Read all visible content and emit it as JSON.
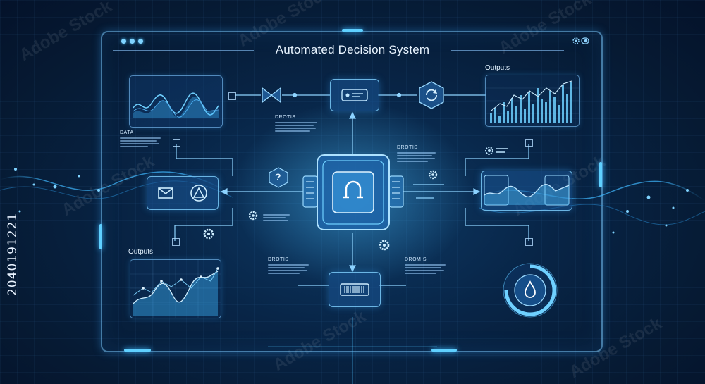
{
  "diagram": {
    "title": "Automated Decision System",
    "labels": {
      "data_top_left": "DATA",
      "outputs_top_right": "Outputs",
      "outputs_bottom_left": "Outputs",
      "text_top_center": "DROTIS",
      "text_right_center": "DROTIS",
      "text_bottom_center_left": "DROTIS",
      "text_bottom_center_right": "DROMIS"
    },
    "decor_glyphs": {
      "question": "?"
    }
  },
  "watermark": {
    "text": "Adobe Stock"
  },
  "stock_id": "2040191221",
  "colors": {
    "accent": "#5fd0ff",
    "background": "#061a33",
    "line": "#8fd4ff"
  },
  "icons": [
    "window-dots-icon",
    "gear-icon",
    "toggle-icon",
    "valve-icon",
    "card-icon",
    "refresh-hex-icon",
    "mail-icon",
    "triangle-circle-icon",
    "question-hex-icon",
    "chip-magnet-icon",
    "barcode-icon",
    "drop-gauge-icon",
    "wave-chart-icon",
    "bar-chart-icon",
    "area-chart-icon"
  ]
}
